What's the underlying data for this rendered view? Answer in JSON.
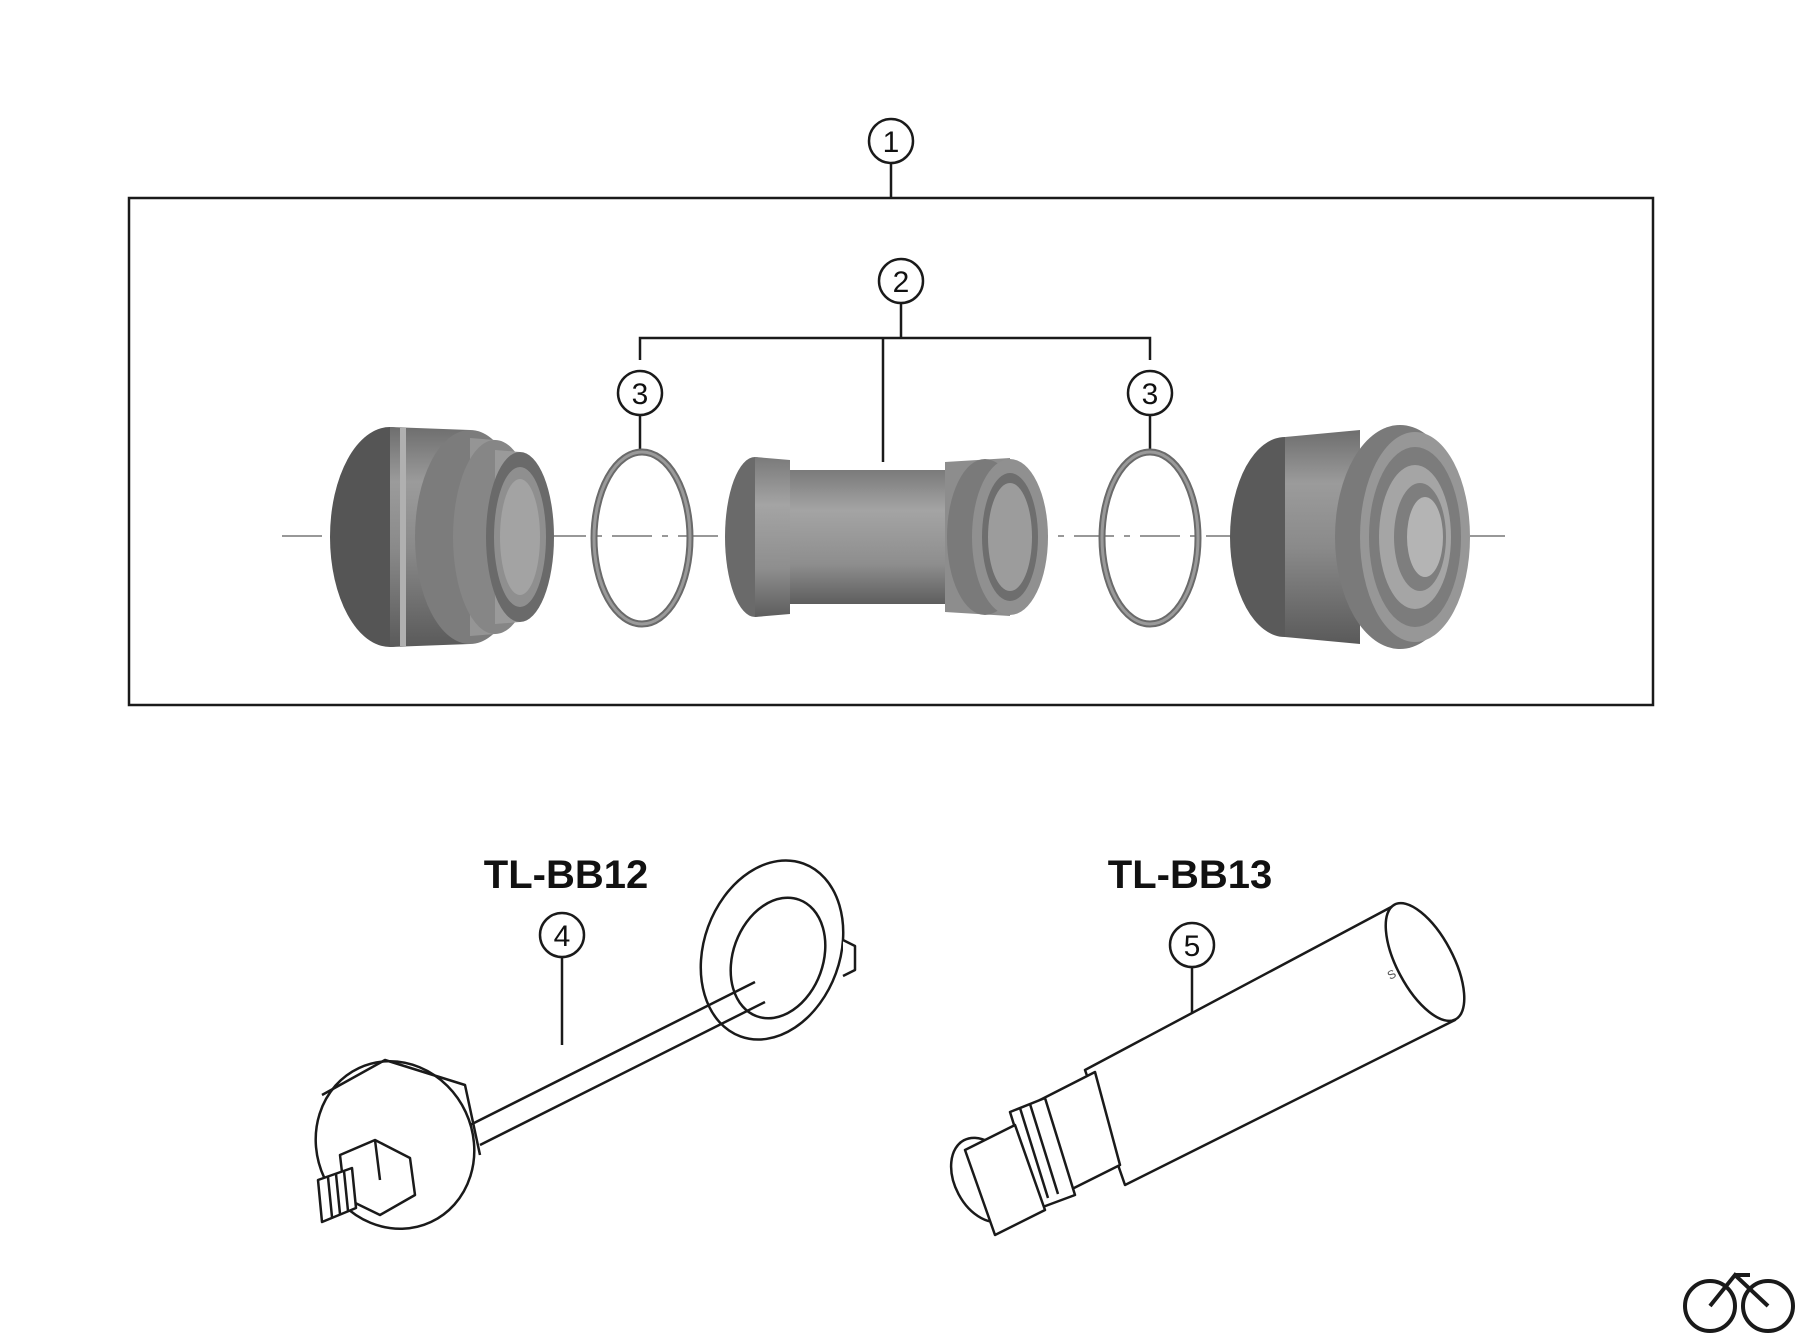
{
  "callouts": {
    "c1": "1",
    "c2": "2",
    "c3_left": "3",
    "c3_right": "3",
    "c4": "4",
    "c5": "5"
  },
  "tools": {
    "tool_a": "TL-BB12",
    "tool_b": "TL-BB13"
  },
  "icons": {
    "corner_logo": "bicycle-icon"
  },
  "colors": {
    "part_fill": "#8a8a8a",
    "part_dark": "#5f5f5f",
    "part_light": "#a8a8a8",
    "line": "#1a1a1a"
  }
}
